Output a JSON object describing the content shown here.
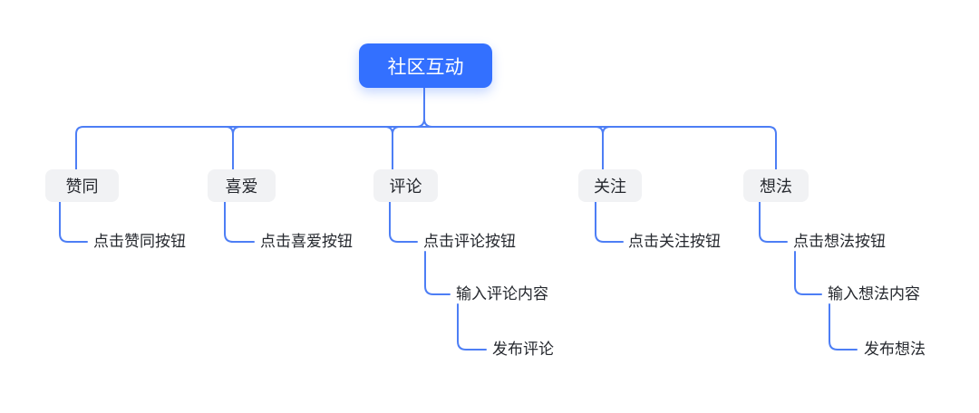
{
  "colors": {
    "root_fill": "#3370ff",
    "root_text": "#ffffff",
    "branch_fill": "#f1f2f4",
    "branch_text": "#25282e",
    "leaf_text": "#25282e",
    "connector": "#4d7ef5",
    "canvas_bg": "#ffffff"
  },
  "mindmap": {
    "root": {
      "label": "社区互动"
    },
    "branches": [
      {
        "label": "赞同",
        "steps": [
          "点击赞同按钮"
        ]
      },
      {
        "label": "喜爱",
        "steps": [
          "点击喜爱按钮"
        ]
      },
      {
        "label": "评论",
        "steps": [
          "点击评论按钮",
          "输入评论内容",
          "发布评论"
        ]
      },
      {
        "label": "关注",
        "steps": [
          "点击关注按钮"
        ]
      },
      {
        "label": "想法",
        "steps": [
          "点击想法按钮",
          "输入想法内容",
          "发布想法"
        ]
      }
    ]
  }
}
